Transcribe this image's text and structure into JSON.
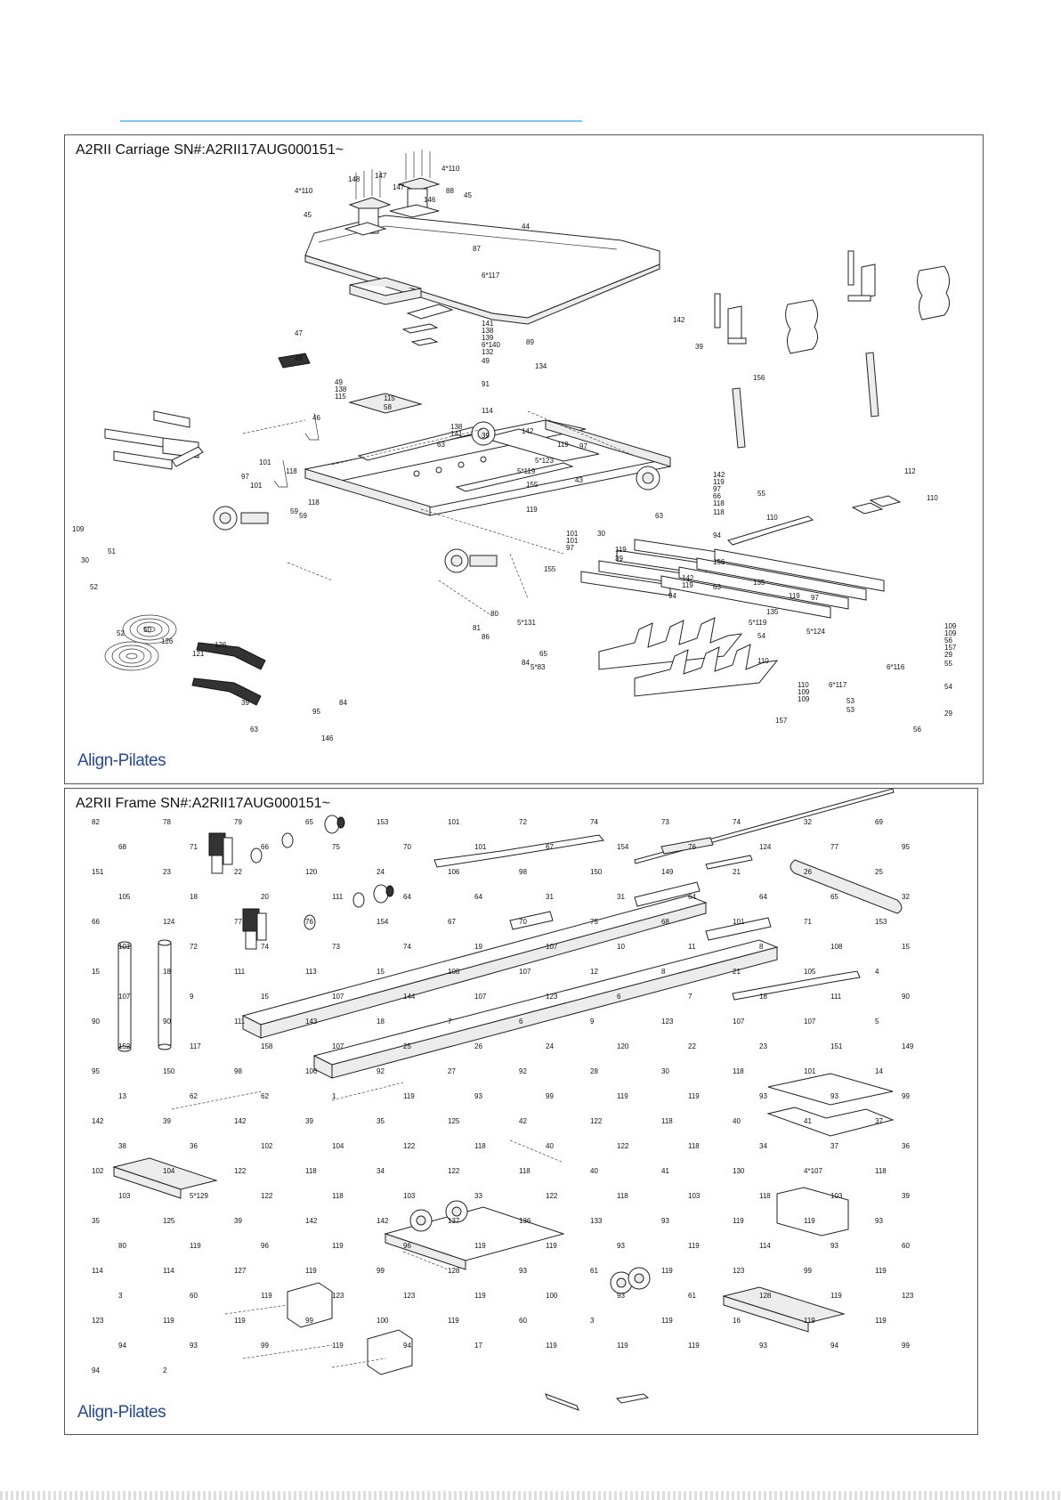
{
  "carriage": {
    "title": "A2RII Carriage SN#:A2RII17AUG000151~",
    "logo": "Align-Pilates",
    "callouts": [
      "4*110",
      "4*110",
      "45",
      "45",
      "44",
      "47",
      "141",
      "138",
      "139",
      "6*140",
      "132",
      "49",
      "48",
      "49",
      "91",
      "138",
      "115",
      "115",
      "58",
      "114",
      "46",
      "138",
      "141",
      "63",
      "39",
      "142",
      "119",
      "97",
      "5*123",
      "5*119",
      "43",
      "118",
      "101",
      "97",
      "101",
      "118",
      "59",
      "59",
      "30",
      "51",
      "52",
      "52",
      "50",
      "126",
      "121",
      "126",
      "30",
      "63",
      "39",
      "63",
      "142",
      "89",
      "134",
      "39",
      "156",
      "155",
      "142",
      "119",
      "97",
      "66",
      "118",
      "118",
      "119",
      "101",
      "94",
      "101",
      "97",
      "119",
      "39",
      "156",
      "155",
      "142",
      "119",
      "94",
      "63",
      "135",
      "119",
      "97",
      "135",
      "5*119",
      "5*124",
      "5*131",
      "80",
      "81",
      "86",
      "65",
      "84",
      "5*83",
      "95",
      "84",
      "146",
      "148",
      "147",
      "147",
      "146",
      "88",
      "6*117",
      "6*116",
      "87",
      "6*117",
      "112",
      "55",
      "110",
      "110",
      "109",
      "54",
      "109",
      "109",
      "56",
      "157",
      "29",
      "55",
      "110",
      "110",
      "54",
      "109",
      "109",
      "53",
      "53",
      "29",
      "157",
      "56"
    ]
  },
  "frame": {
    "title": "A2RII Frame SN#:A2RII17AUG000151~",
    "logo": "Align-Pilates",
    "callouts": [
      "82",
      "78",
      "79",
      "65",
      "153",
      "101",
      "72",
      "74",
      "73",
      "74",
      "32",
      "69",
      "68",
      "71",
      "66",
      "75",
      "70",
      "101",
      "67",
      "154",
      "76",
      "124",
      "77",
      "95",
      "151",
      "23",
      "22",
      "120",
      "24",
      "106",
      "98",
      "150",
      "149",
      "21",
      "26",
      "25",
      "105",
      "18",
      "20",
      "111",
      "64",
      "64",
      "31",
      "31",
      "64",
      "64",
      "65",
      "32",
      "66",
      "124",
      "77",
      "76",
      "154",
      "67",
      "70",
      "75",
      "68",
      "101",
      "71",
      "153",
      "101",
      "72",
      "74",
      "73",
      "74",
      "19",
      "107",
      "10",
      "11",
      "8",
      "108",
      "15",
      "15",
      "18",
      "111",
      "113",
      "15",
      "108",
      "107",
      "12",
      "8",
      "21",
      "105",
      "4",
      "107",
      "9",
      "15",
      "107",
      "144",
      "107",
      "123",
      "6",
      "7",
      "18",
      "111",
      "90",
      "90",
      "90",
      "111",
      "143",
      "18",
      "7",
      "6",
      "9",
      "123",
      "107",
      "107",
      "5",
      "152",
      "117",
      "158",
      "107",
      "25",
      "26",
      "24",
      "120",
      "22",
      "23",
      "151",
      "149",
      "95",
      "150",
      "98",
      "106",
      "92",
      "27",
      "92",
      "28",
      "30",
      "118",
      "101",
      "14",
      "13",
      "62",
      "62",
      "1",
      "119",
      "93",
      "99",
      "119",
      "119",
      "93",
      "93",
      "99",
      "142",
      "39",
      "142",
      "39",
      "35",
      "125",
      "42",
      "122",
      "118",
      "40",
      "41",
      "37",
      "38",
      "36",
      "102",
      "104",
      "122",
      "118",
      "40",
      "122",
      "118",
      "34",
      "37",
      "36",
      "102",
      "104",
      "122",
      "118",
      "34",
      "122",
      "118",
      "40",
      "41",
      "130",
      "4*107",
      "118",
      "103",
      "5*129",
      "122",
      "118",
      "103",
      "33",
      "122",
      "118",
      "103",
      "118",
      "103",
      "39",
      "35",
      "125",
      "39",
      "142",
      "142",
      "137",
      "136",
      "133",
      "93",
      "119",
      "119",
      "93",
      "80",
      "119",
      "96",
      "119",
      "96",
      "119",
      "119",
      "93",
      "119",
      "114",
      "93",
      "60",
      "114",
      "114",
      "127",
      "119",
      "99",
      "128",
      "93",
      "61",
      "119",
      "123",
      "99",
      "119",
      "3",
      "60",
      "119",
      "123",
      "123",
      "119",
      "100",
      "93",
      "61",
      "128",
      "119",
      "123",
      "123",
      "119",
      "119",
      "99",
      "100",
      "119",
      "60",
      "3",
      "119",
      "16",
      "119",
      "119",
      "94",
      "93",
      "99",
      "119",
      "94",
      "17",
      "119",
      "119",
      "119",
      "93",
      "94",
      "99",
      "94",
      "2"
    ]
  }
}
